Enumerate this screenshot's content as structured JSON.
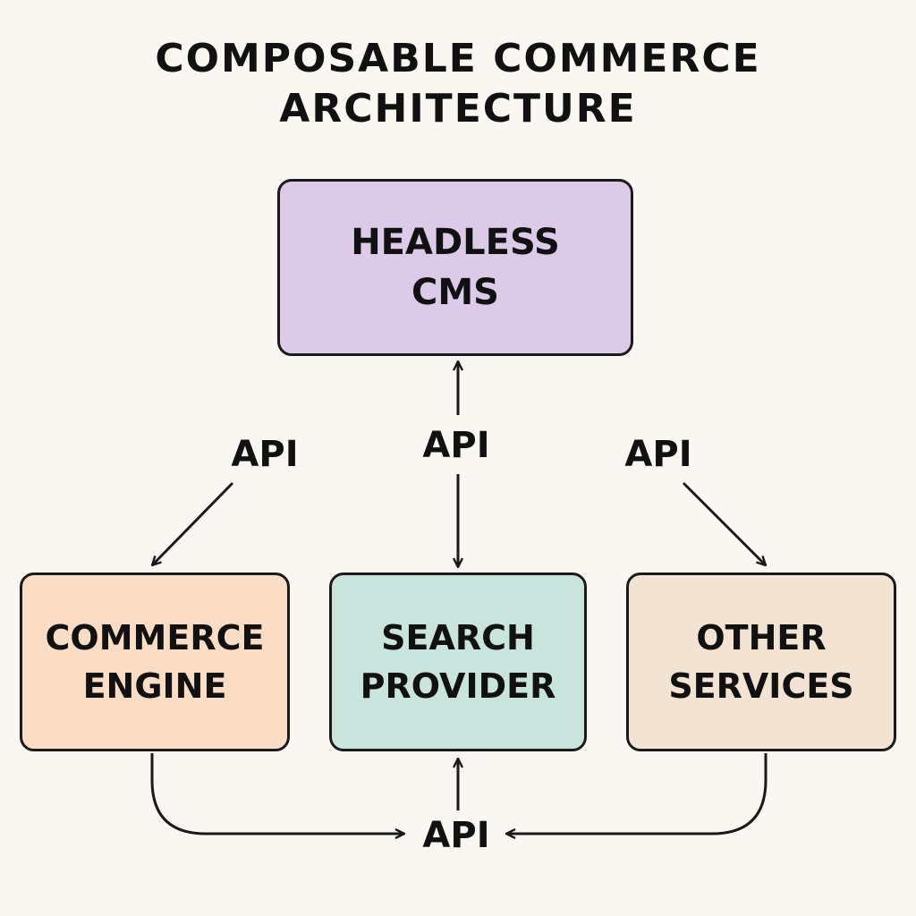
{
  "title": {
    "line1": "COMPOSABLE COMMERCE",
    "line2": "ARCHITECTURE"
  },
  "colors": {
    "background": "#faf7f2",
    "headless_cms": "#dccbe8",
    "commerce_engine": "#fbdcc4",
    "search_provider": "#c8e4dc",
    "other_services": "#f3e3d2",
    "stroke": "#1a1a1a"
  },
  "nodes": {
    "headless_cms": {
      "line1": "HEADLESS",
      "line2": "CMS"
    },
    "commerce_engine": {
      "line1": "COMMERCE",
      "line2": "ENGINE"
    },
    "search_provider": {
      "line1": "SEARCH",
      "line2": "PROVIDER"
    },
    "other_services": {
      "line1": "OTHER",
      "line2": "SERVICES"
    }
  },
  "edge_labels": {
    "api_left": "API",
    "api_center": "API",
    "api_right": "API",
    "api_bottom": "API"
  },
  "edges": [
    {
      "from": "api_left",
      "to": "commerce_engine"
    },
    {
      "from": "search_provider",
      "to": "headless_cms",
      "bidirectional": true,
      "label": "api_center"
    },
    {
      "from": "api_right",
      "to": "other_services"
    },
    {
      "from": "commerce_engine",
      "to": "api_bottom"
    },
    {
      "from": "other_services",
      "to": "api_bottom"
    },
    {
      "from": "api_bottom",
      "to": "search_provider"
    }
  ]
}
